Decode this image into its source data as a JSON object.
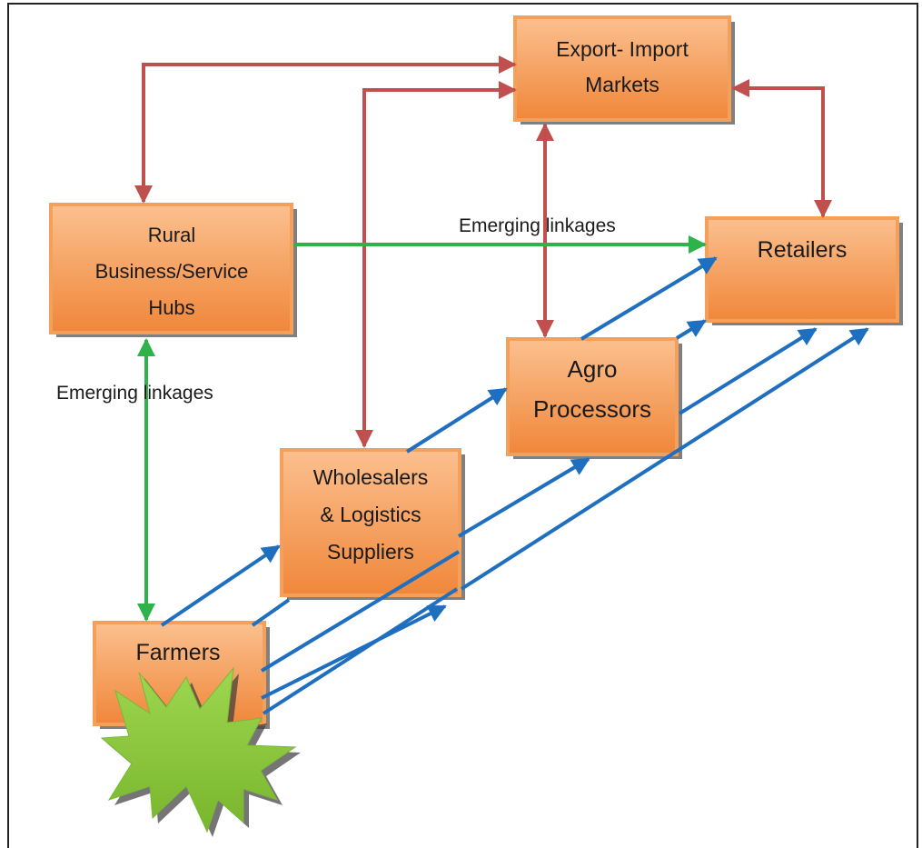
{
  "diagram": {
    "nodes": {
      "export_import": {
        "lines": [
          "Export- Import",
          "Markets"
        ]
      },
      "rural_hubs": {
        "lines": [
          "Rural",
          "Business/Service",
          "Hubs"
        ]
      },
      "retailers": {
        "lines": [
          "Retailers"
        ]
      },
      "agro_processors": {
        "lines": [
          "Agro",
          "Processors"
        ]
      },
      "wholesalers": {
        "lines": [
          "Wholesalers",
          "& Logistics",
          "Suppliers"
        ]
      },
      "farmers": {
        "lines": [
          "Farmers"
        ]
      }
    },
    "edge_labels": {
      "hubs_to_retailers": "Emerging linkages",
      "hubs_to_farmers": "Emerging linkages"
    },
    "colors": {
      "box_fill_light": "#fbc08f",
      "box_fill_dark": "#f0873a",
      "box_border": "#f4a05a",
      "box_shadow": "#555555",
      "red_arrow": "#c0504d",
      "green_arrow": "#2db34a",
      "blue_arrow": "#1f6fc0",
      "starburst": "#8cc63f"
    }
  }
}
